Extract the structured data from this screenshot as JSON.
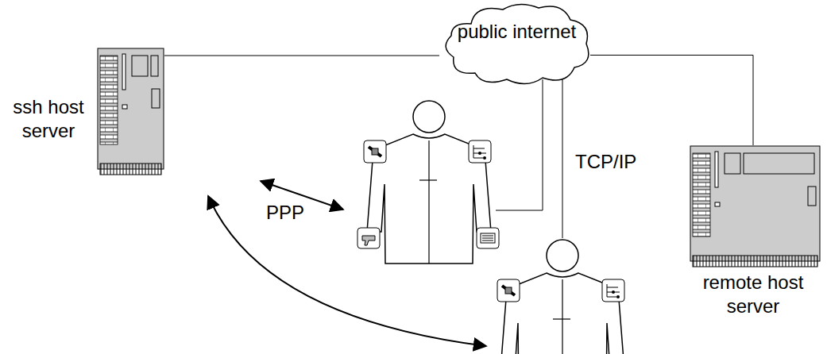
{
  "diagram": {
    "nodes": [
      {
        "text": [
          "ssh host server"
        ]
      },
      {
        "text": [
          "public internet"
        ]
      },
      {
        "text": [
          "remote host server"
        ]
      }
    ],
    "edges": [
      {
        "from": 0,
        "to": 1,
        "arrow": "none"
      },
      {
        "from": 1,
        "to": 2,
        "arrow": "none"
      }
    ],
    "labels": [
      "PPP",
      "TCP/IP"
    ]
  }
}
